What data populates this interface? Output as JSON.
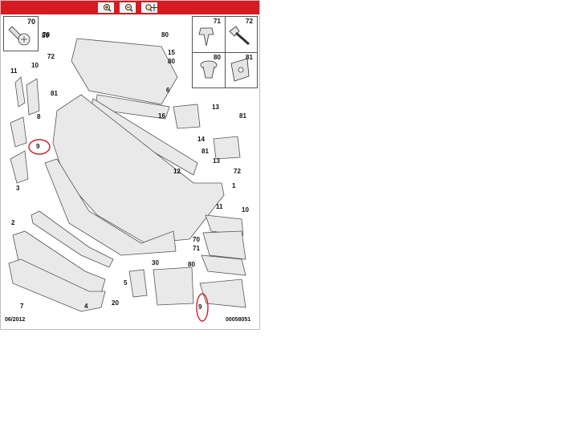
{
  "toolbar": {
    "buttons": [
      {
        "name": "zoom-in",
        "icon": "zoom-in-icon"
      },
      {
        "name": "zoom-out",
        "icon": "zoom-out-icon"
      },
      {
        "name": "zoom-move",
        "icon": "zoom-move-icon"
      }
    ],
    "color": "#d51a22"
  },
  "insets_left": {
    "top": "70"
  },
  "insets_right": {
    "tl": "71",
    "tr": "72",
    "bl": "80",
    "br": "81"
  },
  "labels": {
    "l70a": "70",
    "l80a": "80",
    "l80b": "80",
    "l15": "15",
    "l80c": "80",
    "l72a": "72",
    "l11a": "11",
    "l10a": "10",
    "l6": "6",
    "l81a": "81",
    "l13a": "13",
    "l8": "8",
    "l16": "16",
    "l81b": "81",
    "l9a": "9",
    "l14": "14",
    "l13b": "13",
    "l12": "12",
    "l81c": "81",
    "l72b": "72",
    "l3": "3",
    "l1": "1",
    "l2": "2",
    "l11b": "11",
    "l10b": "10",
    "l70b": "70",
    "l71": "71",
    "l80d": "80",
    "l30": "30",
    "l5": "5",
    "l20": "20",
    "l4": "4",
    "l7": "7",
    "l9b": "9"
  },
  "footer": {
    "date": "06/2012",
    "ref": "00058051"
  },
  "highlight_color": "#d0202a"
}
